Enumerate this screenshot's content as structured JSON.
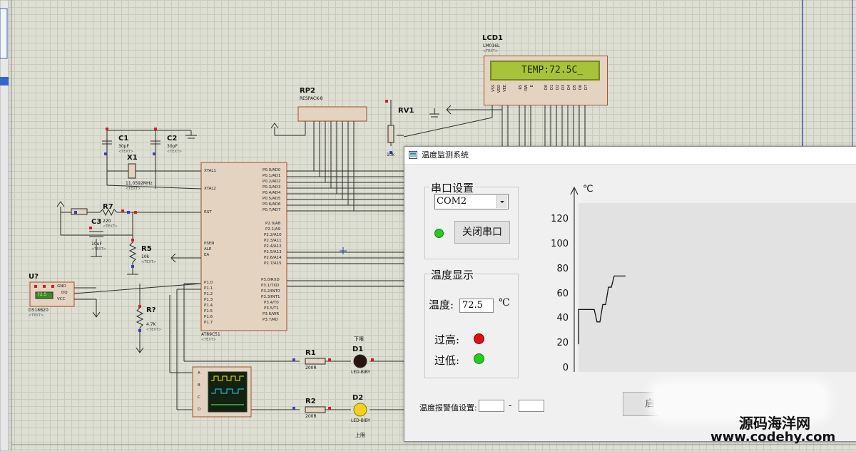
{
  "schematic": {
    "lcd": {
      "ref": "LCD1",
      "part": "LM016L",
      "display": "TEMP:72.5C_"
    },
    "lcd_pins": [
      "VSS",
      "VDD",
      "VEE",
      "RS",
      "RW",
      "E",
      "D0",
      "D1",
      "D2",
      "D3",
      "D4",
      "D5",
      "D6",
      "D7"
    ],
    "rp2": {
      "ref": "RP2",
      "part": "RESPACK-8"
    },
    "rv1": {
      "ref": "RV1",
      "value": "10k"
    },
    "c1": {
      "ref": "C1",
      "value": "30pF"
    },
    "c2": {
      "ref": "C2",
      "value": "30pF"
    },
    "x1": {
      "ref": "X1",
      "value": "11.0592MHz"
    },
    "r7": {
      "ref": "R7",
      "value": "220"
    },
    "c3": {
      "ref": "C3",
      "value": "10uF"
    },
    "r5": {
      "ref": "R5",
      "value": "10k"
    },
    "u_sensor": {
      "ref": "U?",
      "part": "DS18B20",
      "readout": "72.5",
      "pins": [
        "GND",
        "DQ",
        "VCC"
      ]
    },
    "r_q": {
      "ref": "R?",
      "value": "4.7K"
    },
    "mcu": {
      "part": "AT89C51",
      "left_pins": [
        "XTAL1",
        "XTAL2",
        "RST",
        "PSEN",
        "ALE",
        "EA",
        "P1.0",
        "P1.1",
        "P1.2",
        "P1.3",
        "P1.4",
        "P1.5",
        "P1.6",
        "P1.7"
      ],
      "right_pins": [
        "P0.0/AD0",
        "P0.1/AD1",
        "P0.2/AD2",
        "P0.3/AD3",
        "P0.4/AD4",
        "P0.5/AD5",
        "P0.6/AD6",
        "P0.7/AD7",
        "P2.0/A8",
        "P2.1/A9",
        "P2.2/A10",
        "P2.3/A11",
        "P2.4/A12",
        "P2.5/A13",
        "P2.6/A14",
        "P2.7/A15",
        "P3.0/RXD",
        "P3.1/TXD",
        "P3.2/INT0",
        "P3.3/INT1",
        "P3.4/T0",
        "P3.5/T1",
        "P3.6/WR",
        "P3.7/RD"
      ]
    },
    "r1": {
      "ref": "R1",
      "value": "200R"
    },
    "r2": {
      "ref": "R2",
      "value": "200R"
    },
    "d1": {
      "ref": "D1",
      "part": "LED-BIBY",
      "label": "下限"
    },
    "d2": {
      "ref": "D2",
      "part": "LED-BIBY",
      "label": "上限"
    },
    "text_tag": "<TEXT>",
    "scope_channels": [
      "A",
      "B",
      "C",
      "D"
    ]
  },
  "app": {
    "title": "温度监测系统",
    "serial": {
      "group_label": "串口设置",
      "port": "COM2",
      "button": "关闭串口",
      "status_color": "#22cc22"
    },
    "temp": {
      "group_label": "温度显示",
      "label": "温度:",
      "value": "72.5",
      "unit": "℃",
      "high_label": "过高:",
      "low_label": "过低:",
      "high_color": "#dd1111",
      "low_color": "#22cc22"
    },
    "alarm": {
      "label": "温度报警值设置:",
      "dash": "-",
      "low_value": "",
      "high_value": ""
    },
    "start_button": "启",
    "chart_data": {
      "type": "line",
      "ylabel": "℃",
      "ylim": [
        0,
        120
      ],
      "yticks": [
        "120",
        "100",
        "80",
        "60",
        "40",
        "20",
        "0"
      ],
      "series": [
        {
          "values": [
            48,
            48,
            48,
            48,
            48,
            38,
            38,
            52,
            52,
            66,
            66,
            75,
            75,
            75
          ]
        }
      ]
    }
  },
  "watermark": {
    "line1": "源码海洋网",
    "line2": "www.codehy.com"
  }
}
